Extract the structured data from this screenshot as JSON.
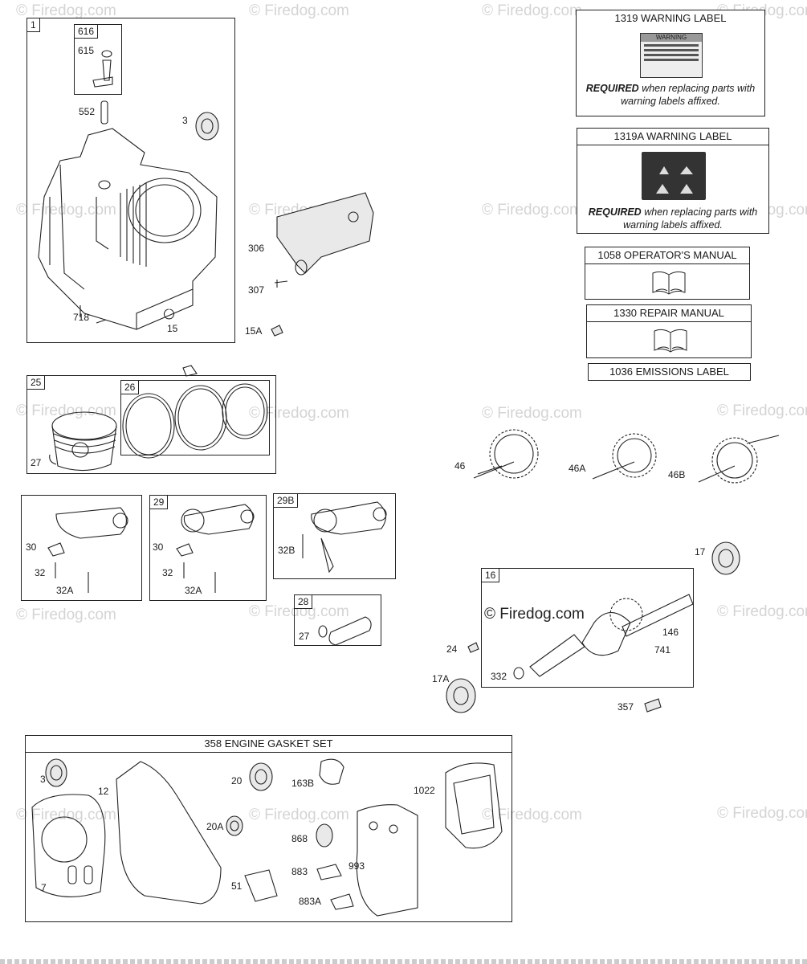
{
  "watermark": "© Firedog.com",
  "frames": {
    "engine_block": "1",
    "valve_assy": "616",
    "piston": "25",
    "rings": "26",
    "rod_a": "",
    "rod_b": "29",
    "rod_c": "29B",
    "pin": "28",
    "crankshaft": "16"
  },
  "labels": {
    "warning_1319": {
      "title": "1319 WARNING LABEL",
      "sign_text": "WARNING",
      "required": "REQUIRED",
      "rest": " when replacing parts with warning labels affixed."
    },
    "warning_1319a": {
      "title": "1319A WARNING LABEL",
      "required": "REQUIRED",
      "rest": " when replacing parts with warning labels affixed."
    },
    "operators_manual": "1058 OPERATOR'S MANUAL",
    "repair_manual": "1330 REPAIR MANUAL",
    "emissions_label": "1036 EMISSIONS LABEL",
    "gasket_set": "358 ENGINE GASKET SET"
  },
  "parts": {
    "p615": "615",
    "p552": "552",
    "p3": "3",
    "p306": "306",
    "p307": "307",
    "p718": "718",
    "p15": "15",
    "p15a": "15A",
    "p27a": "27",
    "p46": "46",
    "p46a": "46A",
    "p46b": "46B",
    "p30a": "30",
    "p32a": "32",
    "p32aa": "32A",
    "p30b": "30",
    "p32b": "32",
    "p32ab": "32A",
    "p32bb": "32B",
    "p27b": "27",
    "p17": "17",
    "p24": "24",
    "p146": "146",
    "p741": "741",
    "p332": "332",
    "p17a": "17A",
    "p357": "357",
    "g3": "3",
    "g12": "12",
    "g20": "20",
    "g163b": "163B",
    "g1022": "1022",
    "g20a": "20A",
    "g868": "868",
    "g883": "883",
    "g993": "993",
    "g7": "7",
    "g51": "51",
    "g883a": "883A"
  }
}
